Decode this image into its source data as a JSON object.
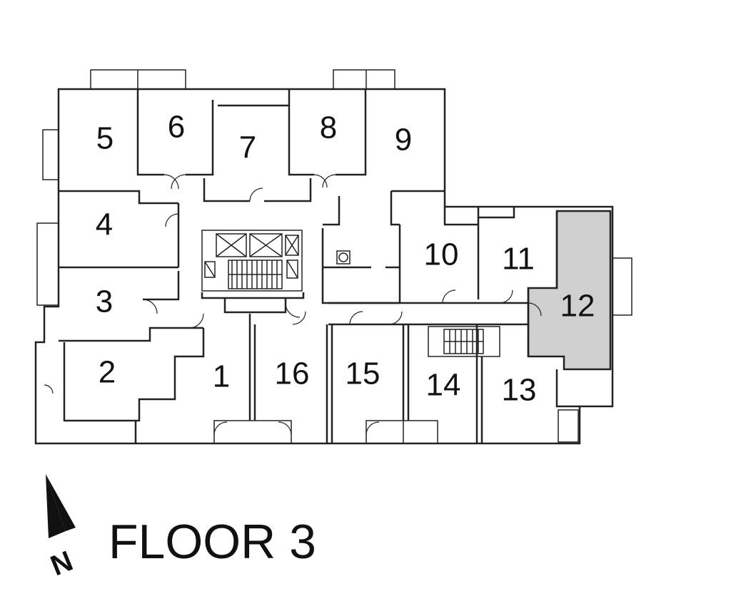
{
  "floor": {
    "title": "FLOOR 3",
    "north_label": "N",
    "highlighted_unit": "12",
    "highlight_color": "#d0d0d0"
  },
  "units": [
    {
      "id": "1",
      "label": "1"
    },
    {
      "id": "2",
      "label": "2"
    },
    {
      "id": "3",
      "label": "3"
    },
    {
      "id": "4",
      "label": "4"
    },
    {
      "id": "5",
      "label": "5"
    },
    {
      "id": "6",
      "label": "6"
    },
    {
      "id": "7",
      "label": "7"
    },
    {
      "id": "8",
      "label": "8"
    },
    {
      "id": "9",
      "label": "9"
    },
    {
      "id": "10",
      "label": "10"
    },
    {
      "id": "11",
      "label": "11"
    },
    {
      "id": "12",
      "label": "12"
    },
    {
      "id": "13",
      "label": "13"
    },
    {
      "id": "14",
      "label": "14"
    },
    {
      "id": "15",
      "label": "15"
    },
    {
      "id": "16",
      "label": "16"
    }
  ]
}
